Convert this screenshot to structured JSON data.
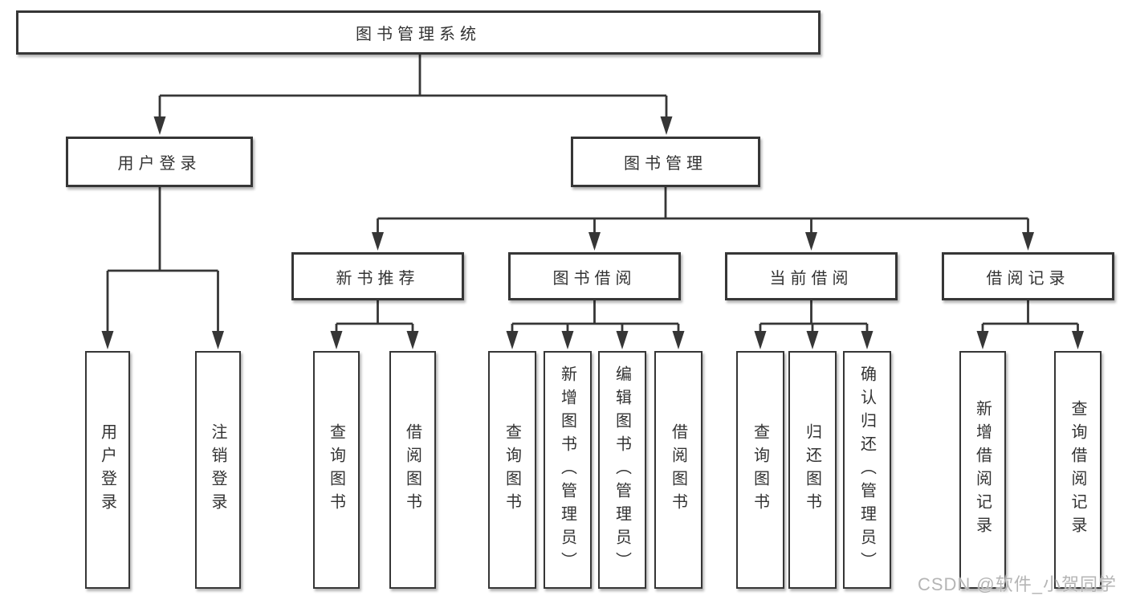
{
  "diagram_title": "图书管理系统",
  "colors": {
    "line": "#363636",
    "box_border": "#363636",
    "box_fill": "#ffffff",
    "text": "#333333",
    "watermark": "#b5b5b5"
  },
  "watermark": {
    "text": "CSDN @软件_小贺同学"
  },
  "tree": {
    "root": {
      "label": "图书管理系统",
      "children": [
        {
          "label": "用户登录",
          "children": [
            {
              "label": "用户登录"
            },
            {
              "label": "注销登录"
            }
          ]
        },
        {
          "label": "图书管理",
          "children": [
            {
              "label": "新书推荐",
              "children": [
                {
                  "label": "查询图书"
                },
                {
                  "label": "借阅图书"
                }
              ]
            },
            {
              "label": "图书借阅",
              "children": [
                {
                  "label": "查询图书"
                },
                {
                  "label": "新增图书（管理员）"
                },
                {
                  "label": "编辑图书（管理员）"
                },
                {
                  "label": "借阅图书"
                }
              ]
            },
            {
              "label": "当前借阅",
              "children": [
                {
                  "label": "查询图书"
                },
                {
                  "label": "归还图书"
                },
                {
                  "label": "确认归还（管理员）"
                }
              ]
            },
            {
              "label": "借阅记录",
              "children": [
                {
                  "label": "新增借阅记录"
                },
                {
                  "label": "查询借阅记录"
                }
              ]
            }
          ]
        }
      ]
    }
  }
}
